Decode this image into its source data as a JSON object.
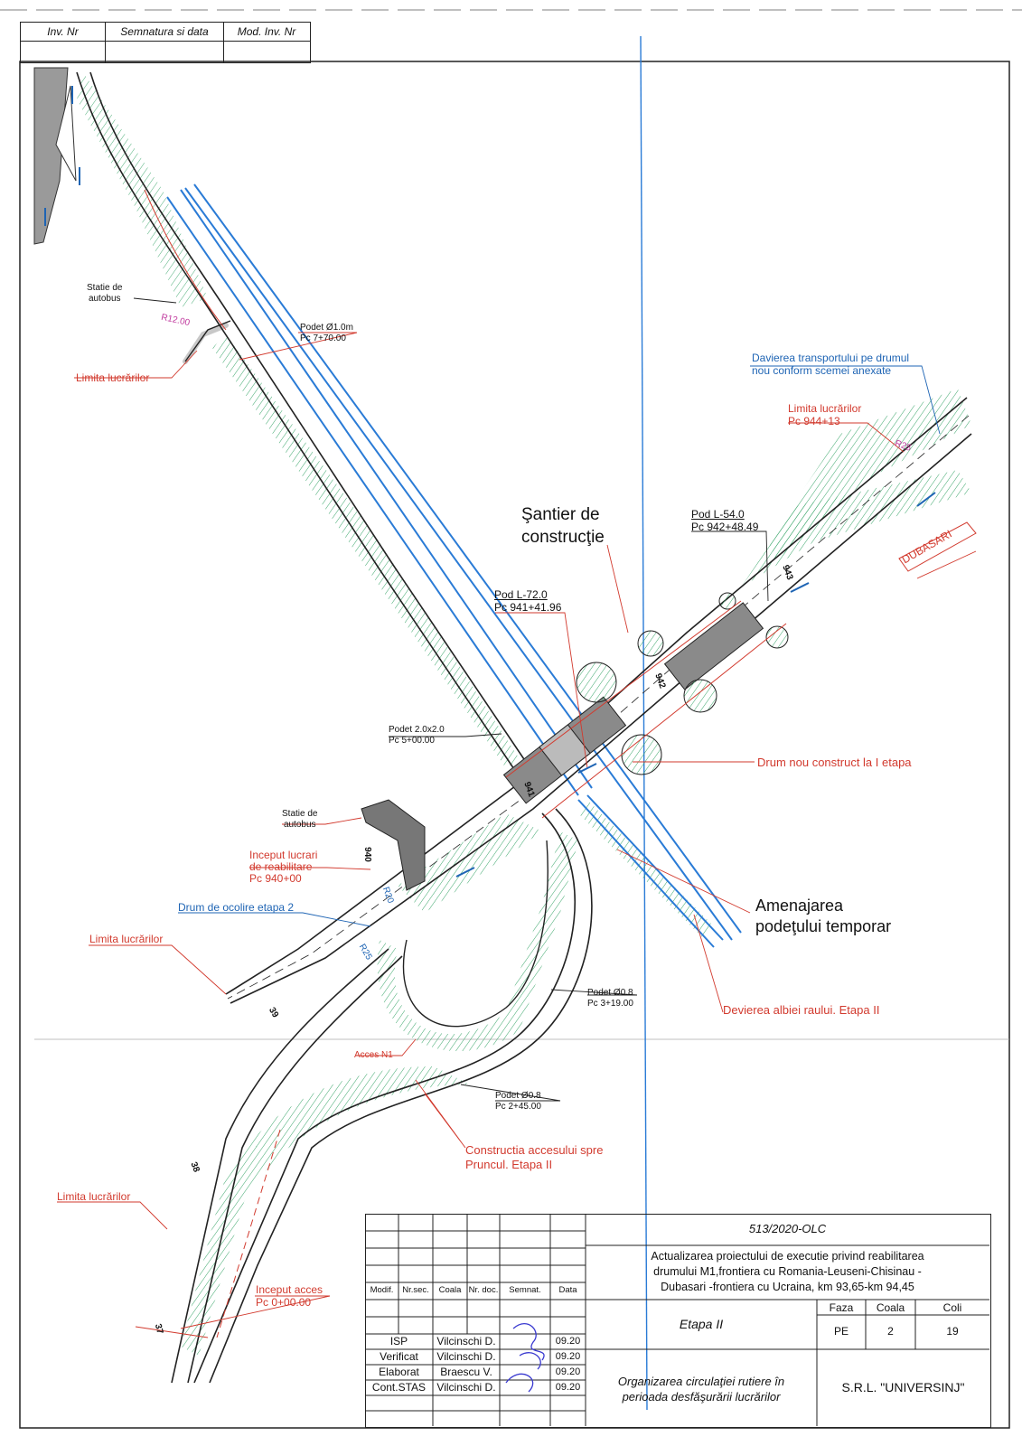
{
  "inv_box": {
    "inv_nr": "Inv. Nr",
    "semnatura": "Semnatura si data",
    "mod_inv": "Mod. Inv. Nr"
  },
  "labels": {
    "statie1": [
      "Statie de",
      "autobus"
    ],
    "r12": "R12.00",
    "podet_1m": [
      "Podet Ø1.0m",
      "Pc 7+70.00"
    ],
    "limita1": "Limita lucrărilor",
    "davierea": [
      "Davierea transportului pe drumul",
      "nou conform scemei anexate"
    ],
    "limita2": [
      "Limita lucrărilor",
      "Pc 944+13"
    ],
    "r25": "R25",
    "dubasari": "DUBASARI",
    "santier": [
      "Şantier de",
      "construcţie"
    ],
    "pod54": [
      "Pod L-54.0",
      "Pc 942+48.49"
    ],
    "pod72": [
      "Pod L-72.0",
      "Pc 941+41.96"
    ],
    "podet2x2": [
      "Podet 2.0x2.0",
      "Pc 5+00.00"
    ],
    "drum_nou": "Drum nou construct la I etapa",
    "statie2": [
      "Statie de",
      "autobus"
    ],
    "inceput_reab": [
      "Inceput lucrari",
      "de reabilitare",
      "Pc 940+00"
    ],
    "drum_ocolire": "Drum de ocolire etapa 2",
    "limita3": "Limita lucrărilor",
    "amenajarea": [
      "Amenajarea",
      "podeţului temporar"
    ],
    "podet08a": [
      "Podet Ø0.8",
      "Pc 3+19.00"
    ],
    "devierea": "Devierea albiei raului. Etapa II",
    "acces_n1": "Acces N1",
    "podet08b": [
      "Podet Ø0.8",
      "Pc 2+45.00"
    ],
    "constructia": [
      "Constructia accesului spre",
      "Pruncul. Etapa II"
    ],
    "limita4": "Limita lucrărilor",
    "inceput_acces": [
      "Inceput acces",
      "Pc 0+00.00"
    ],
    "r20": "R20",
    "r25b": "R25",
    "km940": "940",
    "km941": "941",
    "km942": "942",
    "km943": "943",
    "km39": "39",
    "km38": "38",
    "km37": "37"
  },
  "title_block": {
    "project_no": "513/2020-OLC",
    "description": [
      "Actualizarea proiectului de executie privind reabilitarea",
      "drumului M1,frontiera cu Romania-Leuseni-Chisinau -",
      "Dubasari -frontiera cu Ucraina, km 93,65-km 94,45"
    ],
    "headers": [
      "Modif.",
      "Nr.sec.",
      "Coala",
      "Nr. doc.",
      "Semnat.",
      "Data"
    ],
    "stage": "Etapa II",
    "faza_label": "Faza",
    "coala_label": "Coala",
    "coli_label": "Coli",
    "faza": "PE",
    "coala": "2",
    "coli": "19",
    "roles": [
      {
        "role": "ISP",
        "name": "Vilcinschi D.",
        "date": "09.20"
      },
      {
        "role": "Verificat",
        "name": "Vilcinschi D.",
        "date": "09.20"
      },
      {
        "role": "Elaborat",
        "name": "Braescu V.",
        "date": "09.20"
      },
      {
        "role": "Cont.STAS",
        "name": "Vilcinschi D.",
        "date": "09.20"
      }
    ],
    "drawing_title": [
      "Organizarea circulaţiei rutiere în",
      "perioada desfăşurării lucrărilor"
    ],
    "company": "S.R.L. \"UNIVERSINJ\""
  }
}
